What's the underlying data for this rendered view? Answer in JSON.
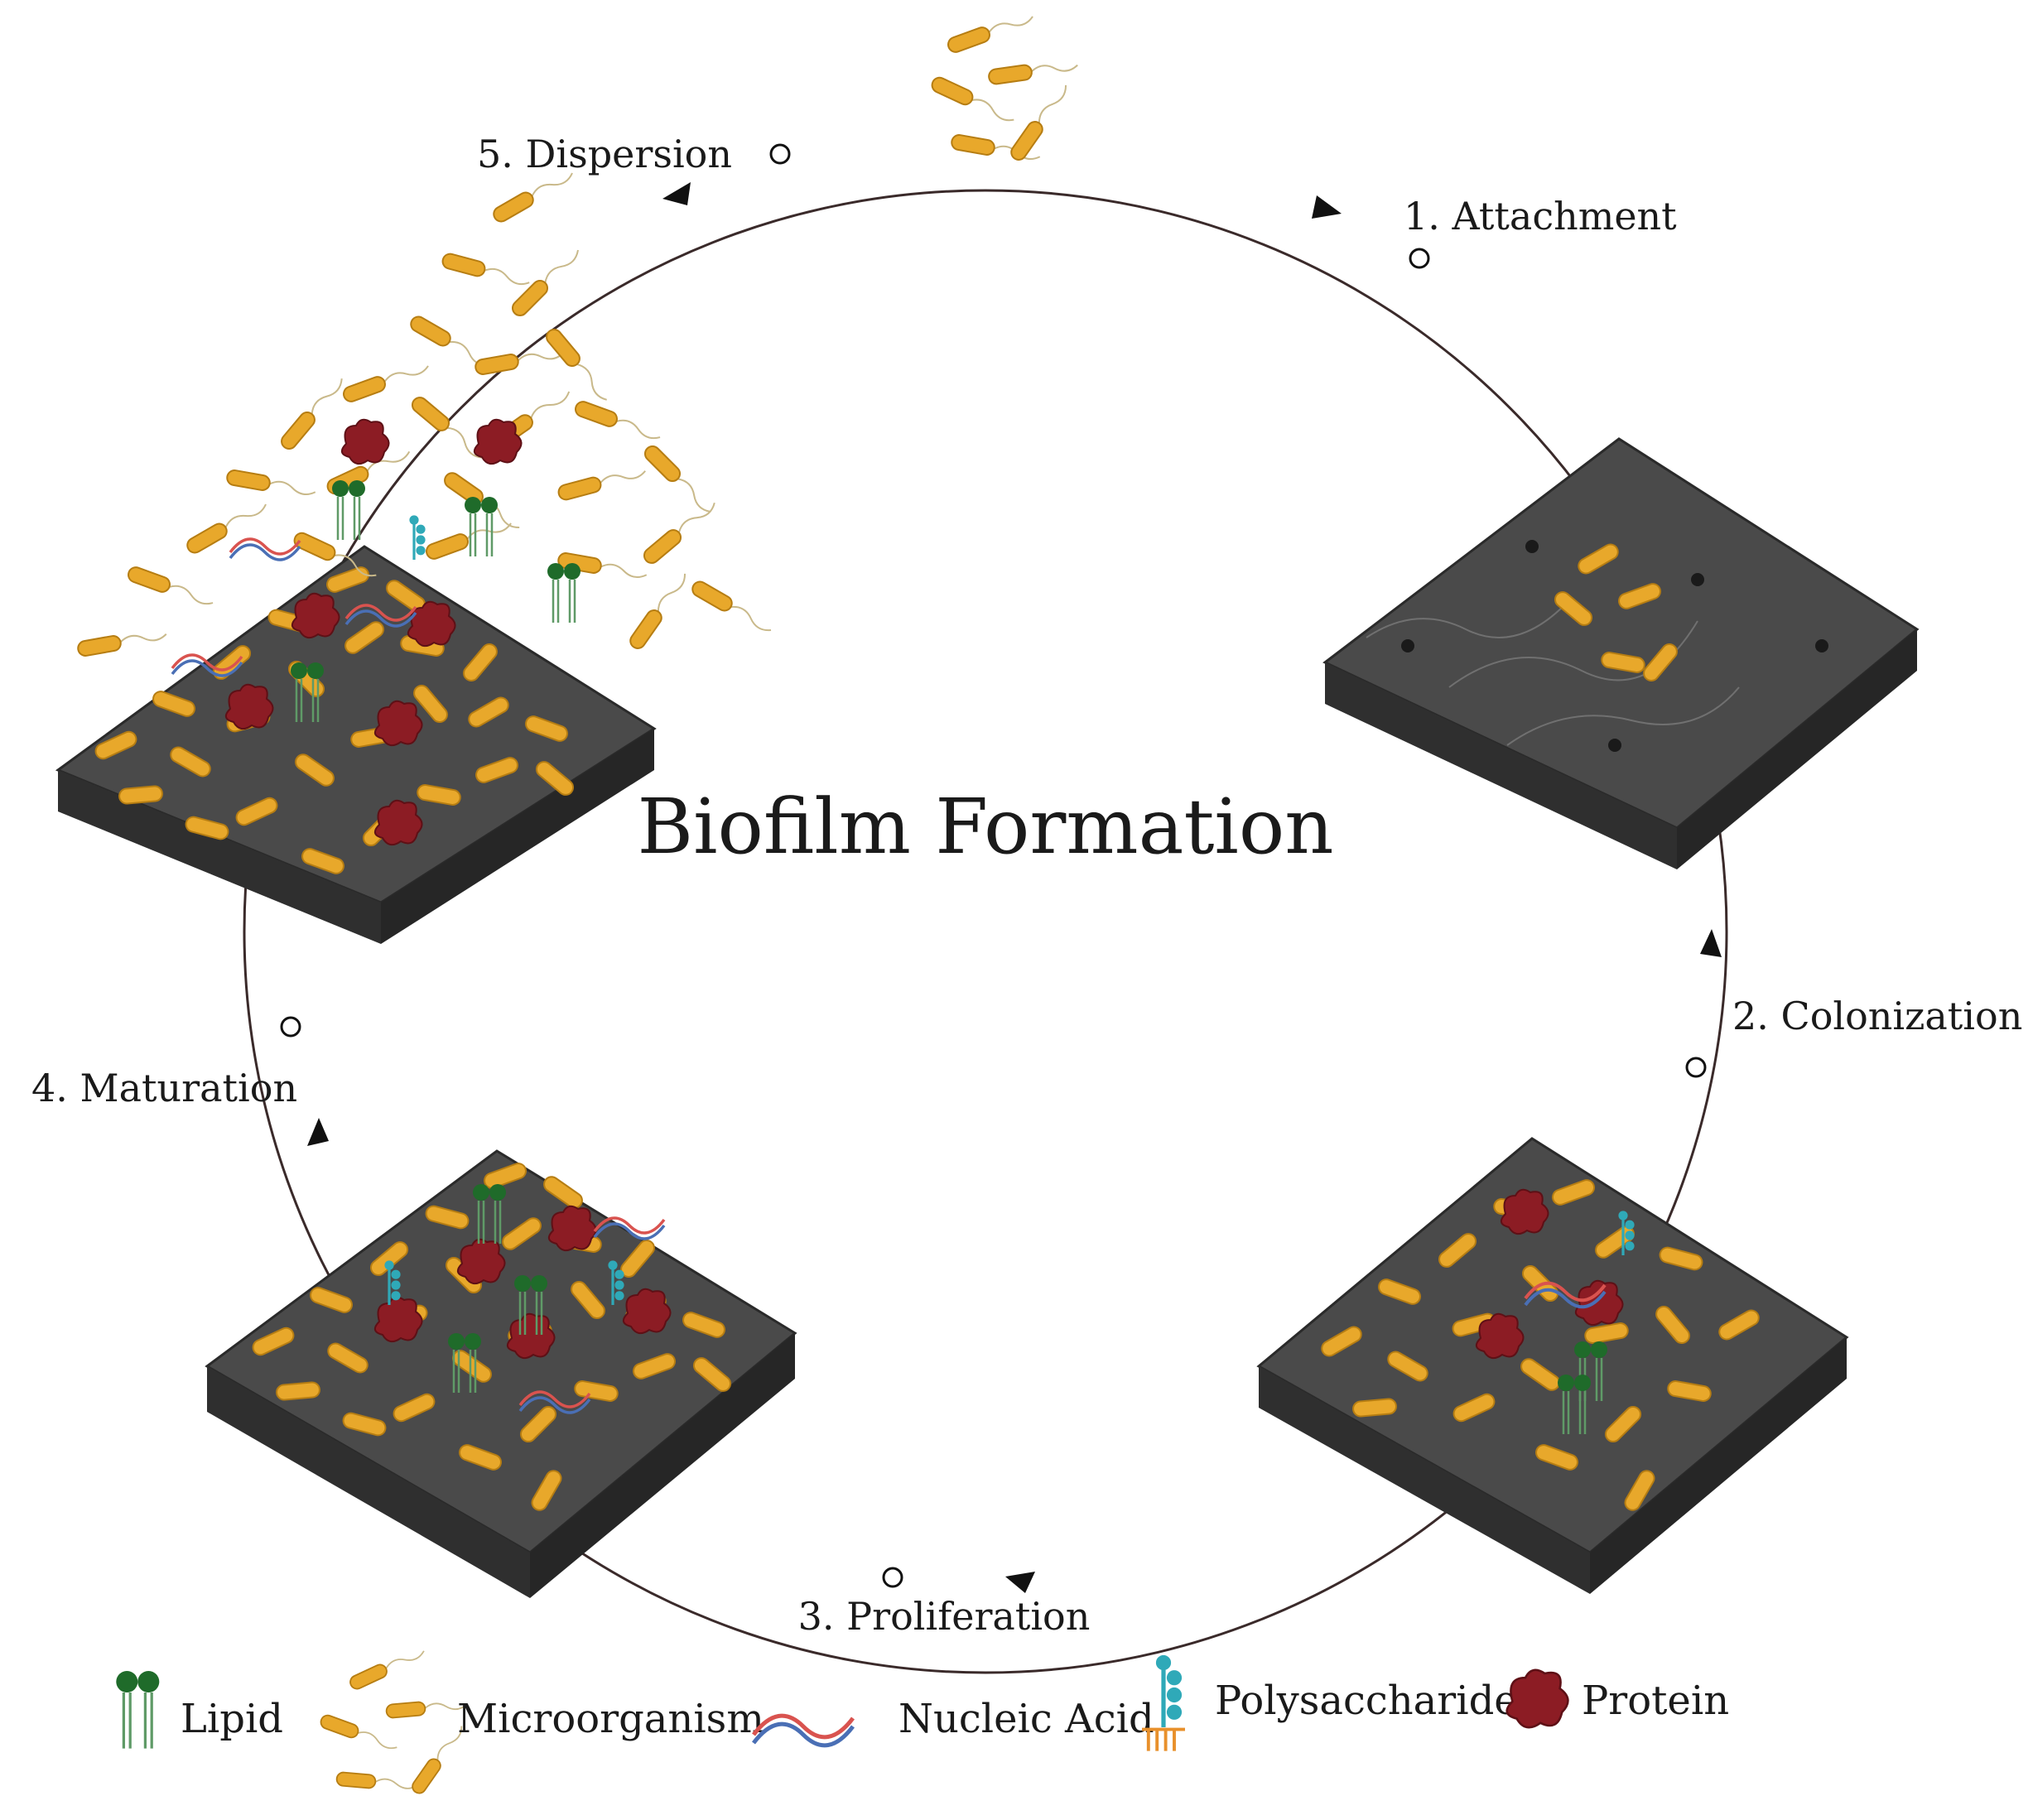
{
  "title": "Biofilm Formation",
  "steps": [
    {
      "label": "1. Attachment"
    },
    {
      "label": "2. Colonization"
    },
    {
      "label": "3. Proliferation"
    },
    {
      "label": "4. Maturation"
    },
    {
      "label": "5. Dispersion"
    }
  ],
  "legend": [
    {
      "label": "Lipid",
      "icon": "lipid-icon"
    },
    {
      "label": "Microorganism",
      "icon": "microorganism-icon"
    },
    {
      "label": "Nucleic Acid",
      "icon": "nucleic-acid-icon"
    },
    {
      "label": "Polysaccharide",
      "icon": "polysaccharide-icon"
    },
    {
      "label": "Protein",
      "icon": "protein-icon"
    }
  ],
  "colors": {
    "bacterium": "#e8a82b",
    "bacterium_outline": "#b67d12",
    "surface": "#3d3d3d",
    "surface_dark": "#232323",
    "lipid": "#1f6b2a",
    "protein": "#8c1c24",
    "polysaccharide": "#2fa9b8",
    "nucleic_a": "#d9534f",
    "nucleic_b": "#4a6fb5",
    "cycle_line": "#3a2a2a"
  }
}
